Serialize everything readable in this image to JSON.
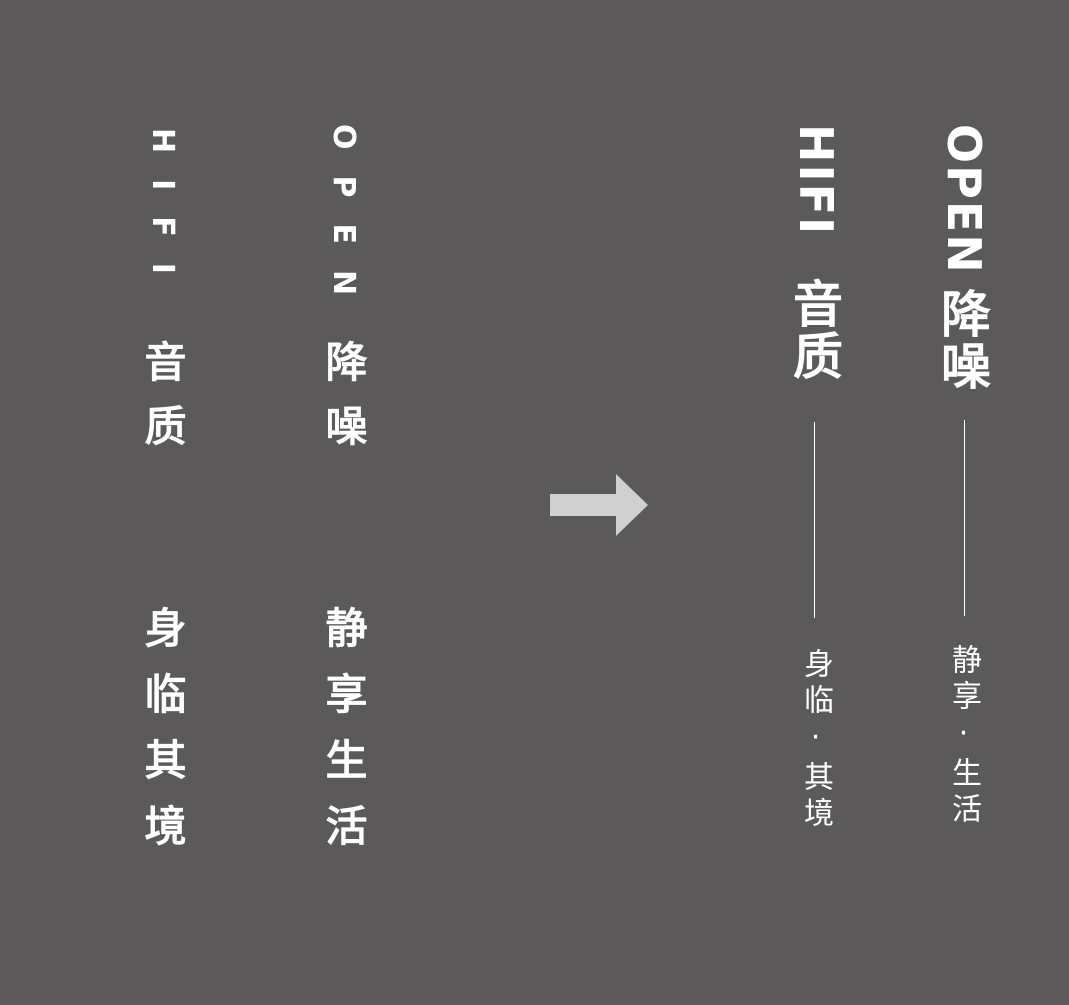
{
  "colors": {
    "background": "#5b595a",
    "text": "#ffffff",
    "arrow": "#d0d0d0"
  },
  "before": {
    "hifi_latin": "HIFI",
    "hifi_cjk": "音质",
    "hifi_slogan": "身临其境",
    "open_latin": "OPEN",
    "open_cjk": "降噪",
    "open_slogan": "静享生活"
  },
  "arrow_icon": "right-arrow-icon",
  "after": {
    "hifi_latin": "HIFI",
    "hifi_cjk": "音质",
    "hifi_slogan": "身临·其境",
    "open_latin": "OPEN",
    "open_cjk": "降噪",
    "open_slogan": "静享·生活"
  }
}
